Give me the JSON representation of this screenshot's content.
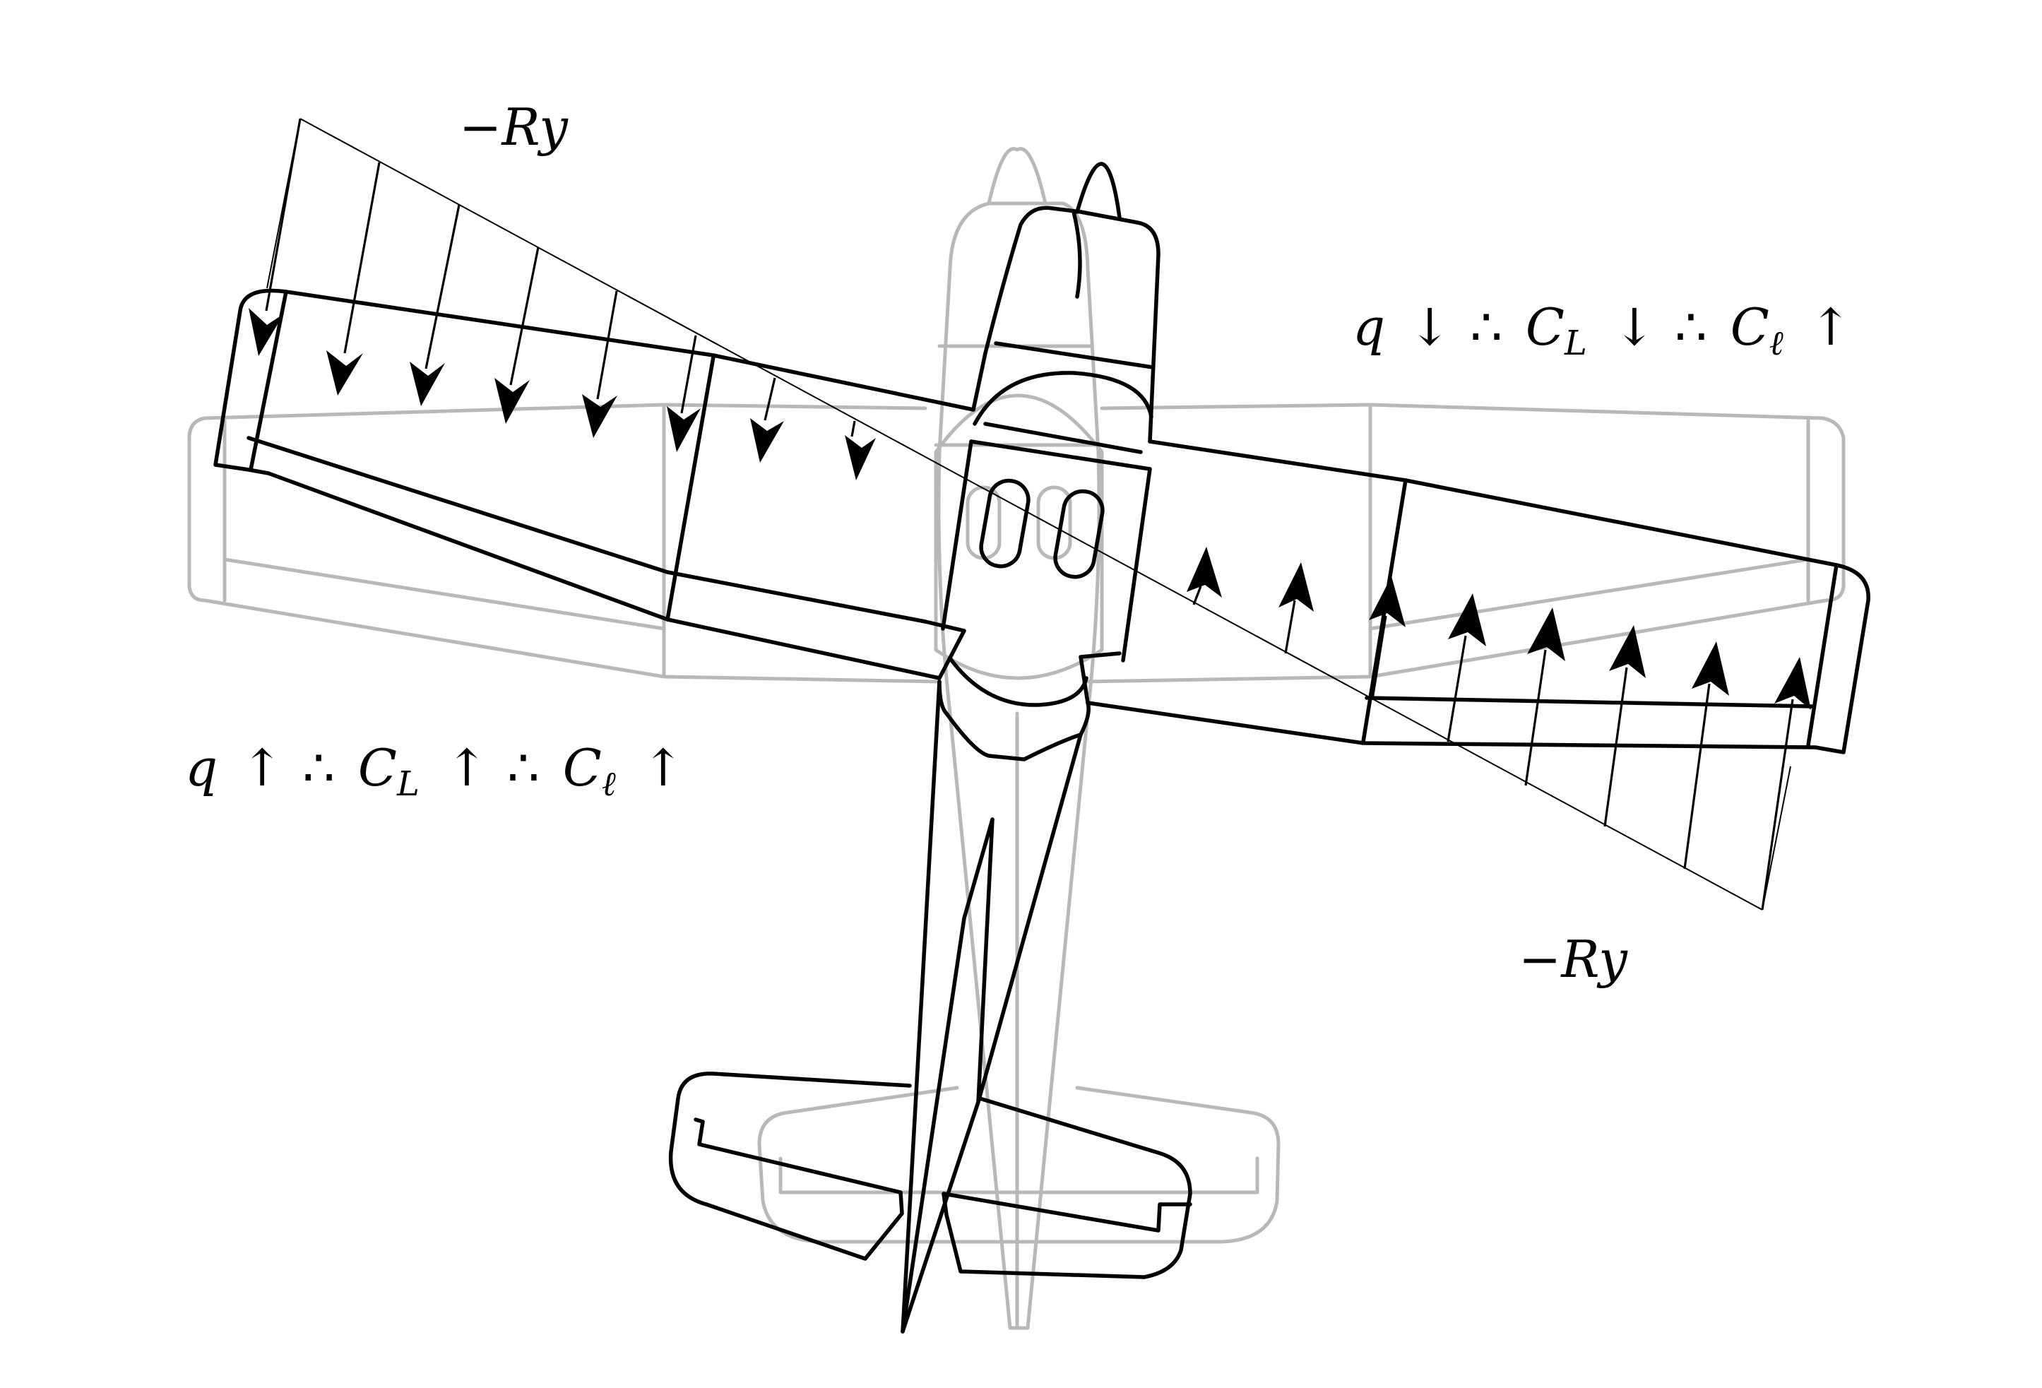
{
  "labels": {
    "top_left_load": "−Ry",
    "bottom_right_load": "−Ry",
    "right_wing": {
      "q": "q",
      "arrow1": "↓",
      "therefore1": "∴",
      "cl": "C",
      "cl_sub": "L",
      "arrow2": "↓",
      "therefore2": "∴",
      "croll": "C",
      "croll_sub": "ℓ",
      "arrow3": "↑"
    },
    "left_wing": {
      "q": "q",
      "arrow1": "↑",
      "therefore1": "∴",
      "cl": "C",
      "cl_sub": "L",
      "arrow2": "↑",
      "therefore2": "∴",
      "croll": "C",
      "croll_sub": "ℓ",
      "arrow3": "↑"
    }
  },
  "colors": {
    "aircraft": "#000000",
    "reference_aircraft": "#b8b8b8",
    "background": "#ffffff"
  }
}
